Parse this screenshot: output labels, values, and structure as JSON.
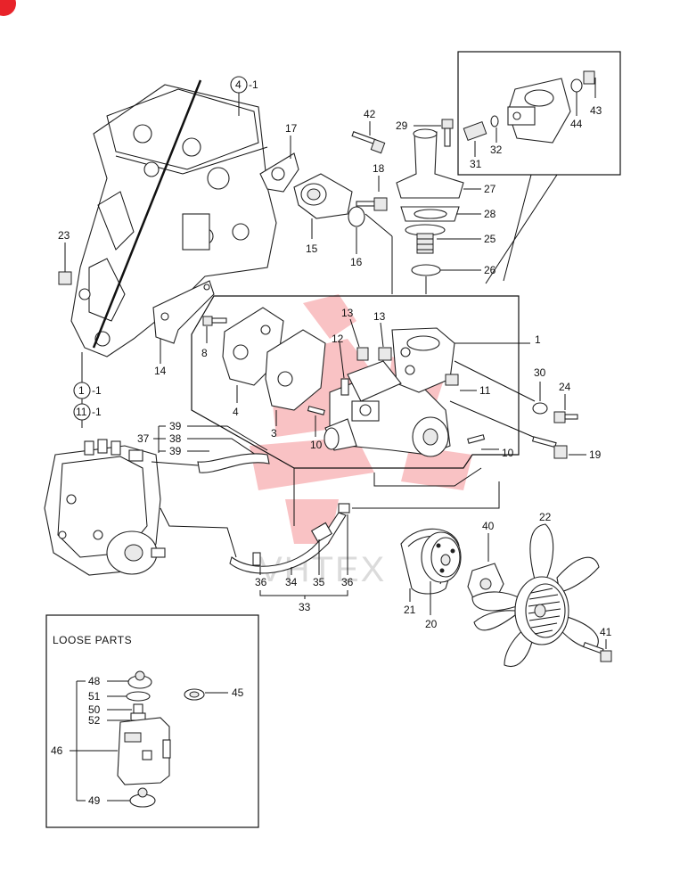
{
  "watermark": {
    "text": "VHTEX",
    "color": "#e8232a"
  },
  "corner_badge_color": "#e8232a",
  "loose_parts_title": "LOOSE PARTS",
  "callouts": {
    "c4_1": "4",
    "c4_1_suffix": "-1",
    "c1_1": "1",
    "c1_1_suffix": "-1",
    "c11_1": "11",
    "c11_1_suffix": "-1"
  },
  "labels": {
    "l1": "1",
    "l3": "3",
    "l4": "4",
    "l8": "8",
    "l10a": "10",
    "l10b": "10",
    "l11": "11",
    "l12": "12",
    "l13a": "13",
    "l13b": "13",
    "l14": "14",
    "l15": "15",
    "l16": "16",
    "l17": "17",
    "l18": "18",
    "l19": "19",
    "l20": "20",
    "l21": "21",
    "l22": "22",
    "l23": "23",
    "l24": "24",
    "l25": "25",
    "l26": "26",
    "l27": "27",
    "l28": "28",
    "l29": "29",
    "l30": "30",
    "l31": "31",
    "l32": "32",
    "l33": "33",
    "l34": "34",
    "l35": "35",
    "l36a": "36",
    "l36b": "36",
    "l37": "37",
    "l38": "38",
    "l39a": "39",
    "l39b": "39",
    "l40": "40",
    "l41": "41",
    "l42": "42",
    "l43": "43",
    "l44": "44",
    "l45": "45",
    "l46": "46",
    "l48": "48",
    "l49": "49",
    "l50": "50",
    "l51": "51",
    "l52": "52"
  }
}
